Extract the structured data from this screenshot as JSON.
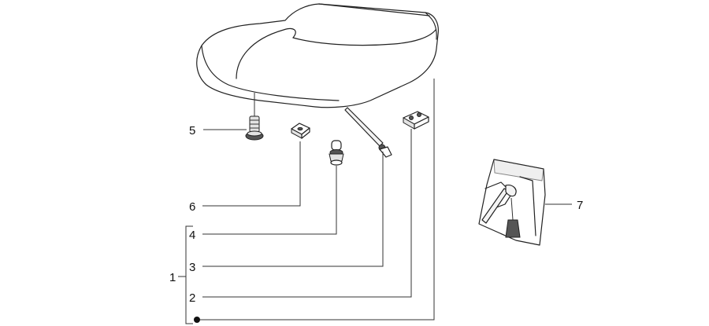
{
  "callouts": {
    "c1": "1",
    "c2": "2",
    "c3": "3",
    "c4": "4",
    "c5": "5",
    "c6": "6",
    "c7": "7"
  },
  "colors": {
    "line": "#333333",
    "outline": "#222222",
    "background": "#ffffff"
  }
}
